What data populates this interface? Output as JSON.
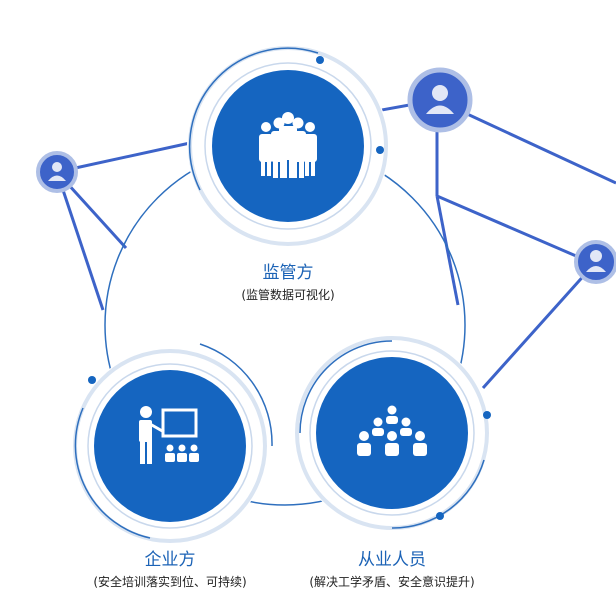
{
  "colors": {
    "primary": "#1565c0",
    "line": "#3d63c9",
    "ring": "#d9e4f2",
    "text_title": "#1c63b6",
    "text_sub": "#222222"
  },
  "roles": {
    "regulator": {
      "title": "监管方",
      "subtitle": "(监管数据可视化)",
      "icon": "group-of-people-icon"
    },
    "enterprise": {
      "title": "企业方",
      "subtitle": "(安全培训落实到位、可持续)",
      "icon": "teacher-presentation-icon"
    },
    "workers": {
      "title": "从业人员",
      "subtitle": "(解决工学矛盾、安全意识提升)",
      "icon": "pyramid-of-people-icon"
    }
  },
  "network_nodes": [
    "user-node-icon",
    "user-node-icon",
    "user-node-icon"
  ]
}
